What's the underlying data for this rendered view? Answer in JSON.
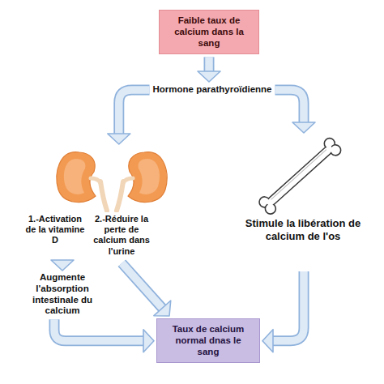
{
  "diagram": {
    "nodes": [
      {
        "text": [
          "Faible taux de calcium dans la sang"
        ]
      },
      {
        "text": [
          "Hormone parathyroïdienne"
        ]
      },
      {
        "text": [
          "1.-Activation de la vitamine D",
          "2.-Réduire la perte de calcium dans l'urine"
        ]
      },
      {
        "text": [
          "Stimule la libération de calcium de l'os"
        ]
      },
      {
        "text": [
          "Augmente l'absorption intestinale du calcium"
        ]
      },
      {
        "text": [
          "Taux de calcium normal dnas le sang"
        ]
      }
    ],
    "edges": [
      {
        "from": 0,
        "to": 1,
        "arrow": "to"
      },
      {
        "from": 1,
        "to": 2,
        "arrow": "to"
      },
      {
        "from": 1,
        "to": 3,
        "arrow": "to"
      },
      {
        "from": 2,
        "to": 4,
        "arrow": "to"
      },
      {
        "from": 2,
        "to": 5,
        "arrow": "to"
      },
      {
        "from": 4,
        "to": 5,
        "arrow": "to"
      },
      {
        "from": 3,
        "to": 5,
        "arrow": "to"
      }
    ]
  }
}
